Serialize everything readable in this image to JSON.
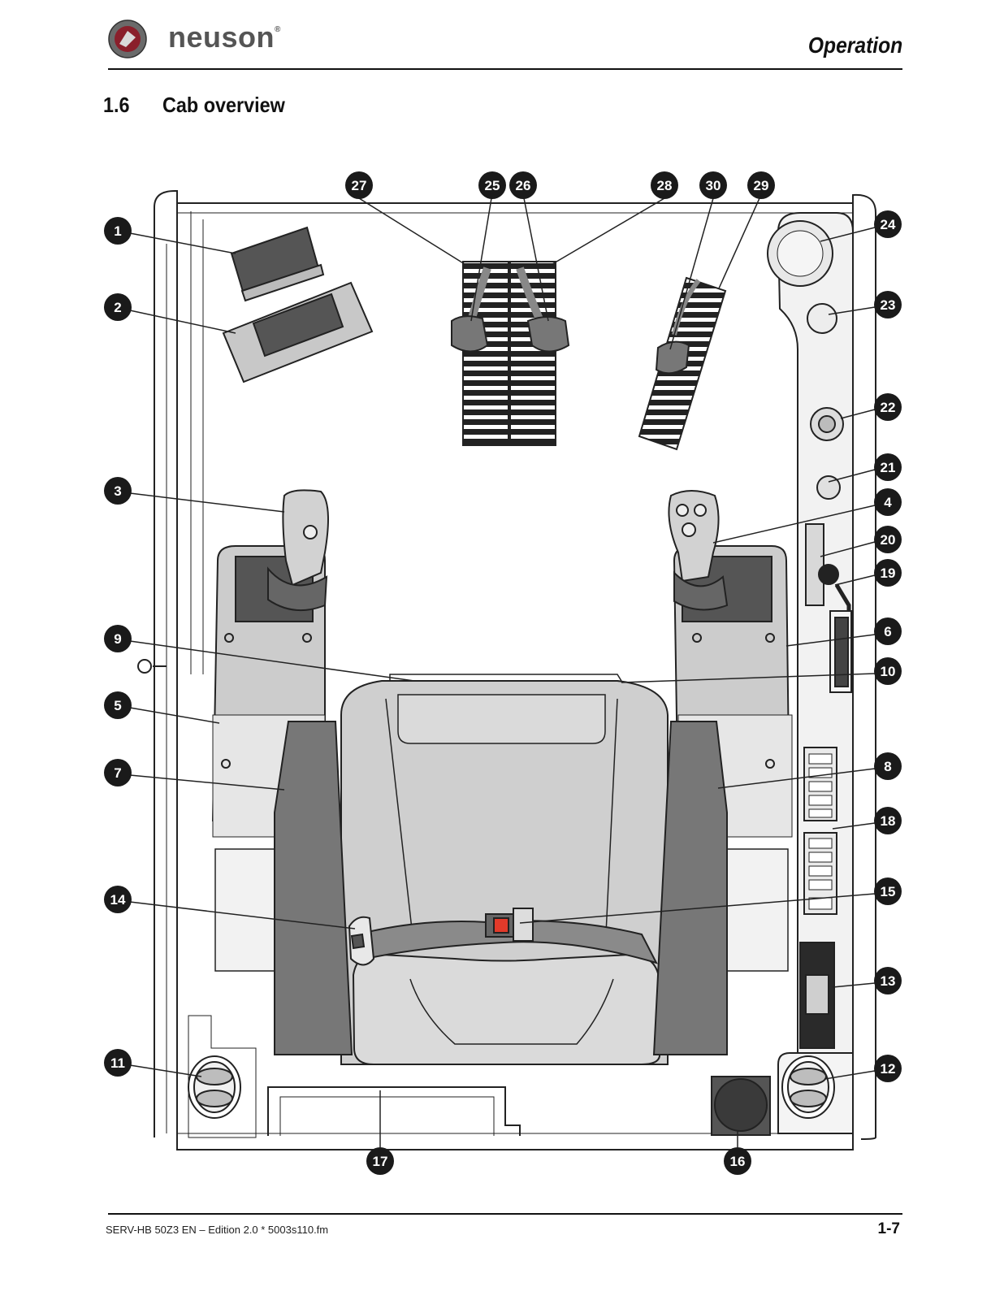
{
  "header": {
    "brand": "neuson",
    "section": "Operation"
  },
  "section": {
    "number": "1.6",
    "title": "Cab overview"
  },
  "diagram": {
    "callouts": [
      "1",
      "2",
      "3",
      "4",
      "5",
      "6",
      "7",
      "8",
      "9",
      "10",
      "11",
      "12",
      "13",
      "14",
      "15",
      "16",
      "17",
      "18",
      "19",
      "20",
      "21",
      "22",
      "23",
      "24",
      "25",
      "26",
      "27",
      "28",
      "29",
      "30"
    ]
  },
  "footer": {
    "left": "SERV-HB 50Z3 EN – Edition 2.0 * 5003s110.fm",
    "page": "1-7"
  },
  "colors": {
    "line": "#222222",
    "seat": "#cfcfcf",
    "armrest": "#777777",
    "console": "#bcbcbc",
    "callout": "#1a1a1a",
    "buckle": "#e23a2a"
  }
}
